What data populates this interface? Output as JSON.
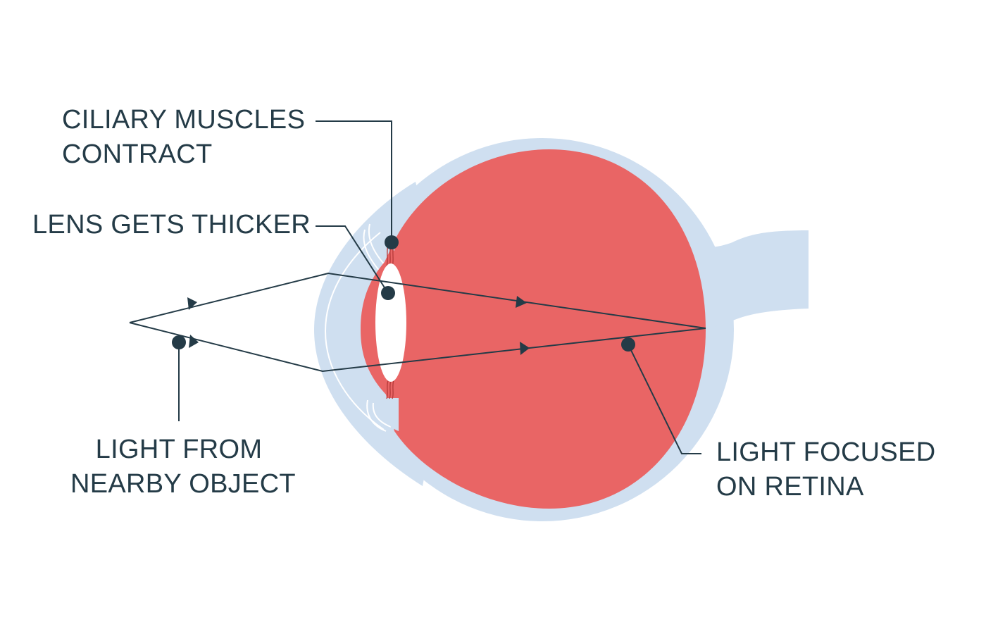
{
  "labels": {
    "ciliary_muscles": {
      "line1": "CILIARY MUSCLES",
      "line2": "CONTRACT"
    },
    "lens": {
      "line1": "LENS GETS THICKER"
    },
    "light_from": {
      "line1": "LIGHT FROM",
      "line2": "NEARBY OBJECT"
    },
    "light_focused": {
      "line1": "LIGHT FOCUSED",
      "line2": "ON RETINA"
    }
  },
  "colors": {
    "sclera": "#cfdff0",
    "eyeball": "#e96565",
    "lens": "#ffffff",
    "line": "#243b47",
    "cornea_outline": "#ffffff",
    "muscle_fibres": "#b83c3c"
  },
  "icons": {
    "callout_marker": "filled-circle",
    "ray_direction": "triangle-arrowhead"
  }
}
